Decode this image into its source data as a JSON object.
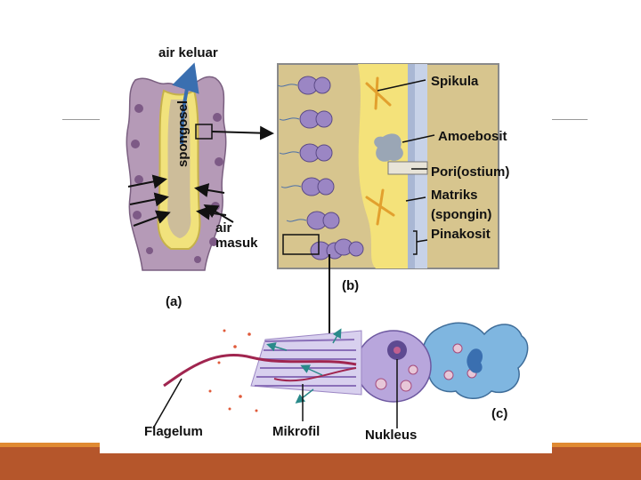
{
  "panel_a": {
    "label": "(a)",
    "water_out": "air keluar",
    "water_in": "air\nmasuk",
    "wall": "spongosel"
  },
  "panel_b": {
    "label": "(b)",
    "labels": [
      "Spikula",
      "Amoebosit",
      "Pori(ostium)",
      "Matriks",
      "(spongin)",
      "Pinakosit"
    ]
  },
  "panel_c": {
    "label": "(c)",
    "labels": [
      "Flagelum",
      "Mikrofil",
      "Nukleus"
    ]
  },
  "colors": {
    "footer": "#b5562b",
    "footer_stripe": "#e08a32",
    "matrix": "#f4e27a",
    "choanocyte": "#9b86c4",
    "amoebocyte": "#7fb6e0",
    "sponge_body": "#b59ab7"
  }
}
